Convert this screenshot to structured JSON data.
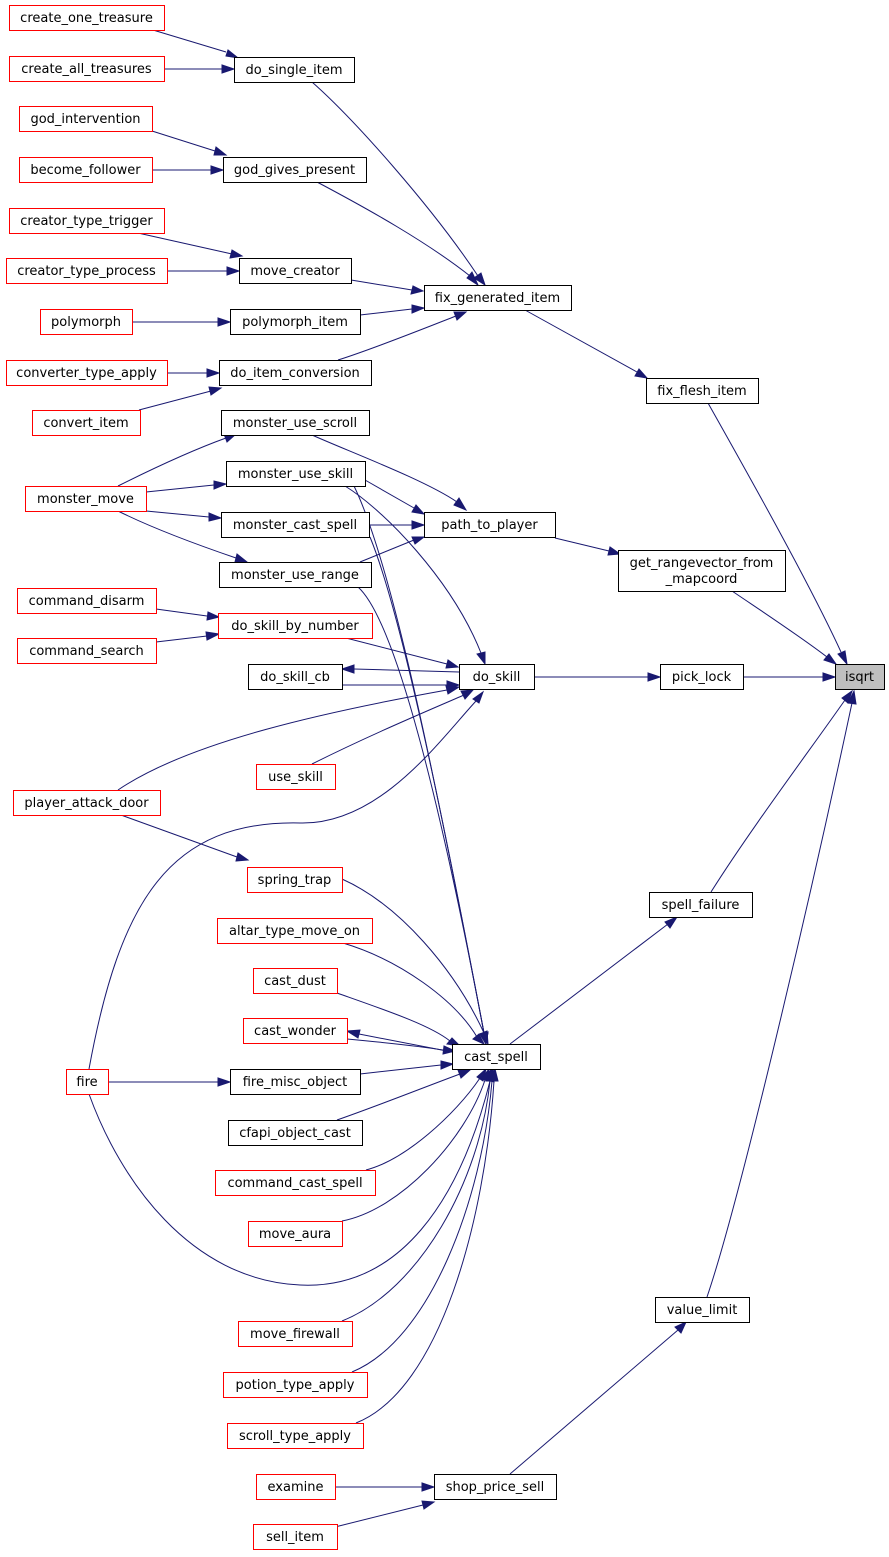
{
  "graph": {
    "colors": {
      "edge": "#191970",
      "node_border_default": "#000000",
      "node_border_truncated": "#ff0000",
      "node_fill_default": "#ffffff",
      "node_fill_focus": "#bfbfbf"
    },
    "nodes": {
      "create_one_treasure": {
        "label": "create_one_treasure",
        "style": "red"
      },
      "create_all_treasures": {
        "label": "create_all_treasures",
        "style": "red"
      },
      "do_single_item": {
        "label": "do_single_item",
        "style": "black"
      },
      "god_intervention": {
        "label": "god_intervention",
        "style": "red"
      },
      "become_follower": {
        "label": "become_follower",
        "style": "red"
      },
      "god_gives_present": {
        "label": "god_gives_present",
        "style": "black"
      },
      "creator_type_trigger": {
        "label": "creator_type_trigger",
        "style": "red"
      },
      "creator_type_process": {
        "label": "creator_type_process",
        "style": "red"
      },
      "move_creator": {
        "label": "move_creator",
        "style": "black"
      },
      "fix_generated_item": {
        "label": "fix_generated_item",
        "style": "black"
      },
      "polymorph": {
        "label": "polymorph",
        "style": "red"
      },
      "polymorph_item": {
        "label": "polymorph_item",
        "style": "black"
      },
      "converter_type_apply": {
        "label": "converter_type_apply",
        "style": "red"
      },
      "do_item_conversion": {
        "label": "do_item_conversion",
        "style": "black"
      },
      "fix_flesh_item": {
        "label": "fix_flesh_item",
        "style": "black"
      },
      "convert_item": {
        "label": "convert_item",
        "style": "red"
      },
      "monster_use_scroll": {
        "label": "monster_use_scroll",
        "style": "black"
      },
      "monster_use_skill": {
        "label": "monster_use_skill",
        "style": "black"
      },
      "monster_move": {
        "label": "monster_move",
        "style": "red"
      },
      "monster_cast_spell": {
        "label": "monster_cast_spell",
        "style": "black"
      },
      "path_to_player": {
        "label": "path_to_player",
        "style": "black"
      },
      "get_rangevector_from_mapcoord": {
        "label": "get_rangevector_from",
        "label2": "_mapcoord",
        "style": "black"
      },
      "monster_use_range": {
        "label": "monster_use_range",
        "style": "black"
      },
      "command_disarm": {
        "label": "command_disarm",
        "style": "red"
      },
      "do_skill_by_number": {
        "label": "do_skill_by_number",
        "style": "red"
      },
      "command_search": {
        "label": "command_search",
        "style": "red"
      },
      "do_skill_cb": {
        "label": "do_skill_cb",
        "style": "black"
      },
      "do_skill": {
        "label": "do_skill",
        "style": "black"
      },
      "pick_lock": {
        "label": "pick_lock",
        "style": "black"
      },
      "isqrt": {
        "label": "isqrt",
        "style": "focus"
      },
      "use_skill": {
        "label": "use_skill",
        "style": "red"
      },
      "player_attack_door": {
        "label": "player_attack_door",
        "style": "red"
      },
      "spring_trap": {
        "label": "spring_trap",
        "style": "red"
      },
      "spell_failure": {
        "label": "spell_failure",
        "style": "black"
      },
      "altar_type_move_on": {
        "label": "altar_type_move_on",
        "style": "red"
      },
      "cast_dust": {
        "label": "cast_dust",
        "style": "red"
      },
      "cast_wonder": {
        "label": "cast_wonder",
        "style": "red"
      },
      "cast_spell": {
        "label": "cast_spell",
        "style": "black"
      },
      "fire": {
        "label": "fire",
        "style": "red"
      },
      "fire_misc_object": {
        "label": "fire_misc_object",
        "style": "black"
      },
      "cfapi_object_cast": {
        "label": "cfapi_object_cast",
        "style": "black"
      },
      "command_cast_spell": {
        "label": "command_cast_spell",
        "style": "red"
      },
      "move_aura": {
        "label": "move_aura",
        "style": "red"
      },
      "value_limit": {
        "label": "value_limit",
        "style": "black"
      },
      "move_firewall": {
        "label": "move_firewall",
        "style": "red"
      },
      "potion_type_apply": {
        "label": "potion_type_apply",
        "style": "red"
      },
      "scroll_type_apply": {
        "label": "scroll_type_apply",
        "style": "red"
      },
      "examine": {
        "label": "examine",
        "style": "red"
      },
      "shop_price_sell": {
        "label": "shop_price_sell",
        "style": "black"
      },
      "sell_item": {
        "label": "sell_item",
        "style": "red"
      }
    },
    "edges": [
      {
        "from": "create_one_treasure",
        "to": "do_single_item"
      },
      {
        "from": "create_all_treasures",
        "to": "do_single_item"
      },
      {
        "from": "do_single_item",
        "to": "fix_generated_item"
      },
      {
        "from": "god_intervention",
        "to": "god_gives_present"
      },
      {
        "from": "become_follower",
        "to": "god_gives_present"
      },
      {
        "from": "god_gives_present",
        "to": "fix_generated_item"
      },
      {
        "from": "creator_type_trigger",
        "to": "move_creator"
      },
      {
        "from": "creator_type_process",
        "to": "move_creator"
      },
      {
        "from": "move_creator",
        "to": "fix_generated_item"
      },
      {
        "from": "polymorph",
        "to": "polymorph_item"
      },
      {
        "from": "polymorph_item",
        "to": "fix_generated_item"
      },
      {
        "from": "converter_type_apply",
        "to": "do_item_conversion"
      },
      {
        "from": "convert_item",
        "to": "do_item_conversion"
      },
      {
        "from": "do_item_conversion",
        "to": "fix_generated_item"
      },
      {
        "from": "fix_generated_item",
        "to": "fix_flesh_item"
      },
      {
        "from": "fix_flesh_item",
        "to": "isqrt"
      },
      {
        "from": "monster_move",
        "to": "monster_use_scroll"
      },
      {
        "from": "monster_move",
        "to": "monster_use_skill"
      },
      {
        "from": "monster_move",
        "to": "monster_cast_spell"
      },
      {
        "from": "monster_move",
        "to": "monster_use_range"
      },
      {
        "from": "monster_use_scroll",
        "to": "path_to_player"
      },
      {
        "from": "monster_use_skill",
        "to": "path_to_player"
      },
      {
        "from": "monster_cast_spell",
        "to": "path_to_player"
      },
      {
        "from": "monster_use_range",
        "to": "path_to_player"
      },
      {
        "from": "path_to_player",
        "to": "get_rangevector_from_mapcoord"
      },
      {
        "from": "get_rangevector_from_mapcoord",
        "to": "isqrt"
      },
      {
        "from": "monster_use_skill",
        "to": "do_skill"
      },
      {
        "from": "monster_use_skill",
        "to": "cast_spell"
      },
      {
        "from": "monster_cast_spell",
        "to": "cast_spell"
      },
      {
        "from": "monster_use_range",
        "to": "cast_spell"
      },
      {
        "from": "command_disarm",
        "to": "do_skill_by_number"
      },
      {
        "from": "command_search",
        "to": "do_skill_by_number"
      },
      {
        "from": "do_skill_by_number",
        "to": "do_skill"
      },
      {
        "from": "do_skill_cb",
        "to": "do_skill"
      },
      {
        "from": "do_skill",
        "to": "do_skill_cb"
      },
      {
        "from": "use_skill",
        "to": "do_skill"
      },
      {
        "from": "player_attack_door",
        "to": "do_skill"
      },
      {
        "from": "fire",
        "to": "do_skill"
      },
      {
        "from": "do_skill",
        "to": "pick_lock"
      },
      {
        "from": "pick_lock",
        "to": "isqrt"
      },
      {
        "from": "player_attack_door",
        "to": "spring_trap"
      },
      {
        "from": "spring_trap",
        "to": "cast_spell"
      },
      {
        "from": "altar_type_move_on",
        "to": "cast_spell"
      },
      {
        "from": "cast_dust",
        "to": "cast_spell"
      },
      {
        "from": "cast_wonder",
        "to": "cast_spell"
      },
      {
        "from": "cast_spell",
        "to": "cast_wonder"
      },
      {
        "from": "fire_misc_object",
        "to": "cast_spell"
      },
      {
        "from": "fire",
        "to": "fire_misc_object"
      },
      {
        "from": "fire",
        "to": "cast_spell"
      },
      {
        "from": "cfapi_object_cast",
        "to": "cast_spell"
      },
      {
        "from": "command_cast_spell",
        "to": "cast_spell"
      },
      {
        "from": "move_aura",
        "to": "cast_spell"
      },
      {
        "from": "move_firewall",
        "to": "cast_spell"
      },
      {
        "from": "potion_type_apply",
        "to": "cast_spell"
      },
      {
        "from": "scroll_type_apply",
        "to": "cast_spell"
      },
      {
        "from": "cast_spell",
        "to": "spell_failure"
      },
      {
        "from": "spell_failure",
        "to": "isqrt"
      },
      {
        "from": "examine",
        "to": "shop_price_sell"
      },
      {
        "from": "sell_item",
        "to": "shop_price_sell"
      },
      {
        "from": "shop_price_sell",
        "to": "value_limit"
      },
      {
        "from": "value_limit",
        "to": "isqrt"
      }
    ]
  }
}
